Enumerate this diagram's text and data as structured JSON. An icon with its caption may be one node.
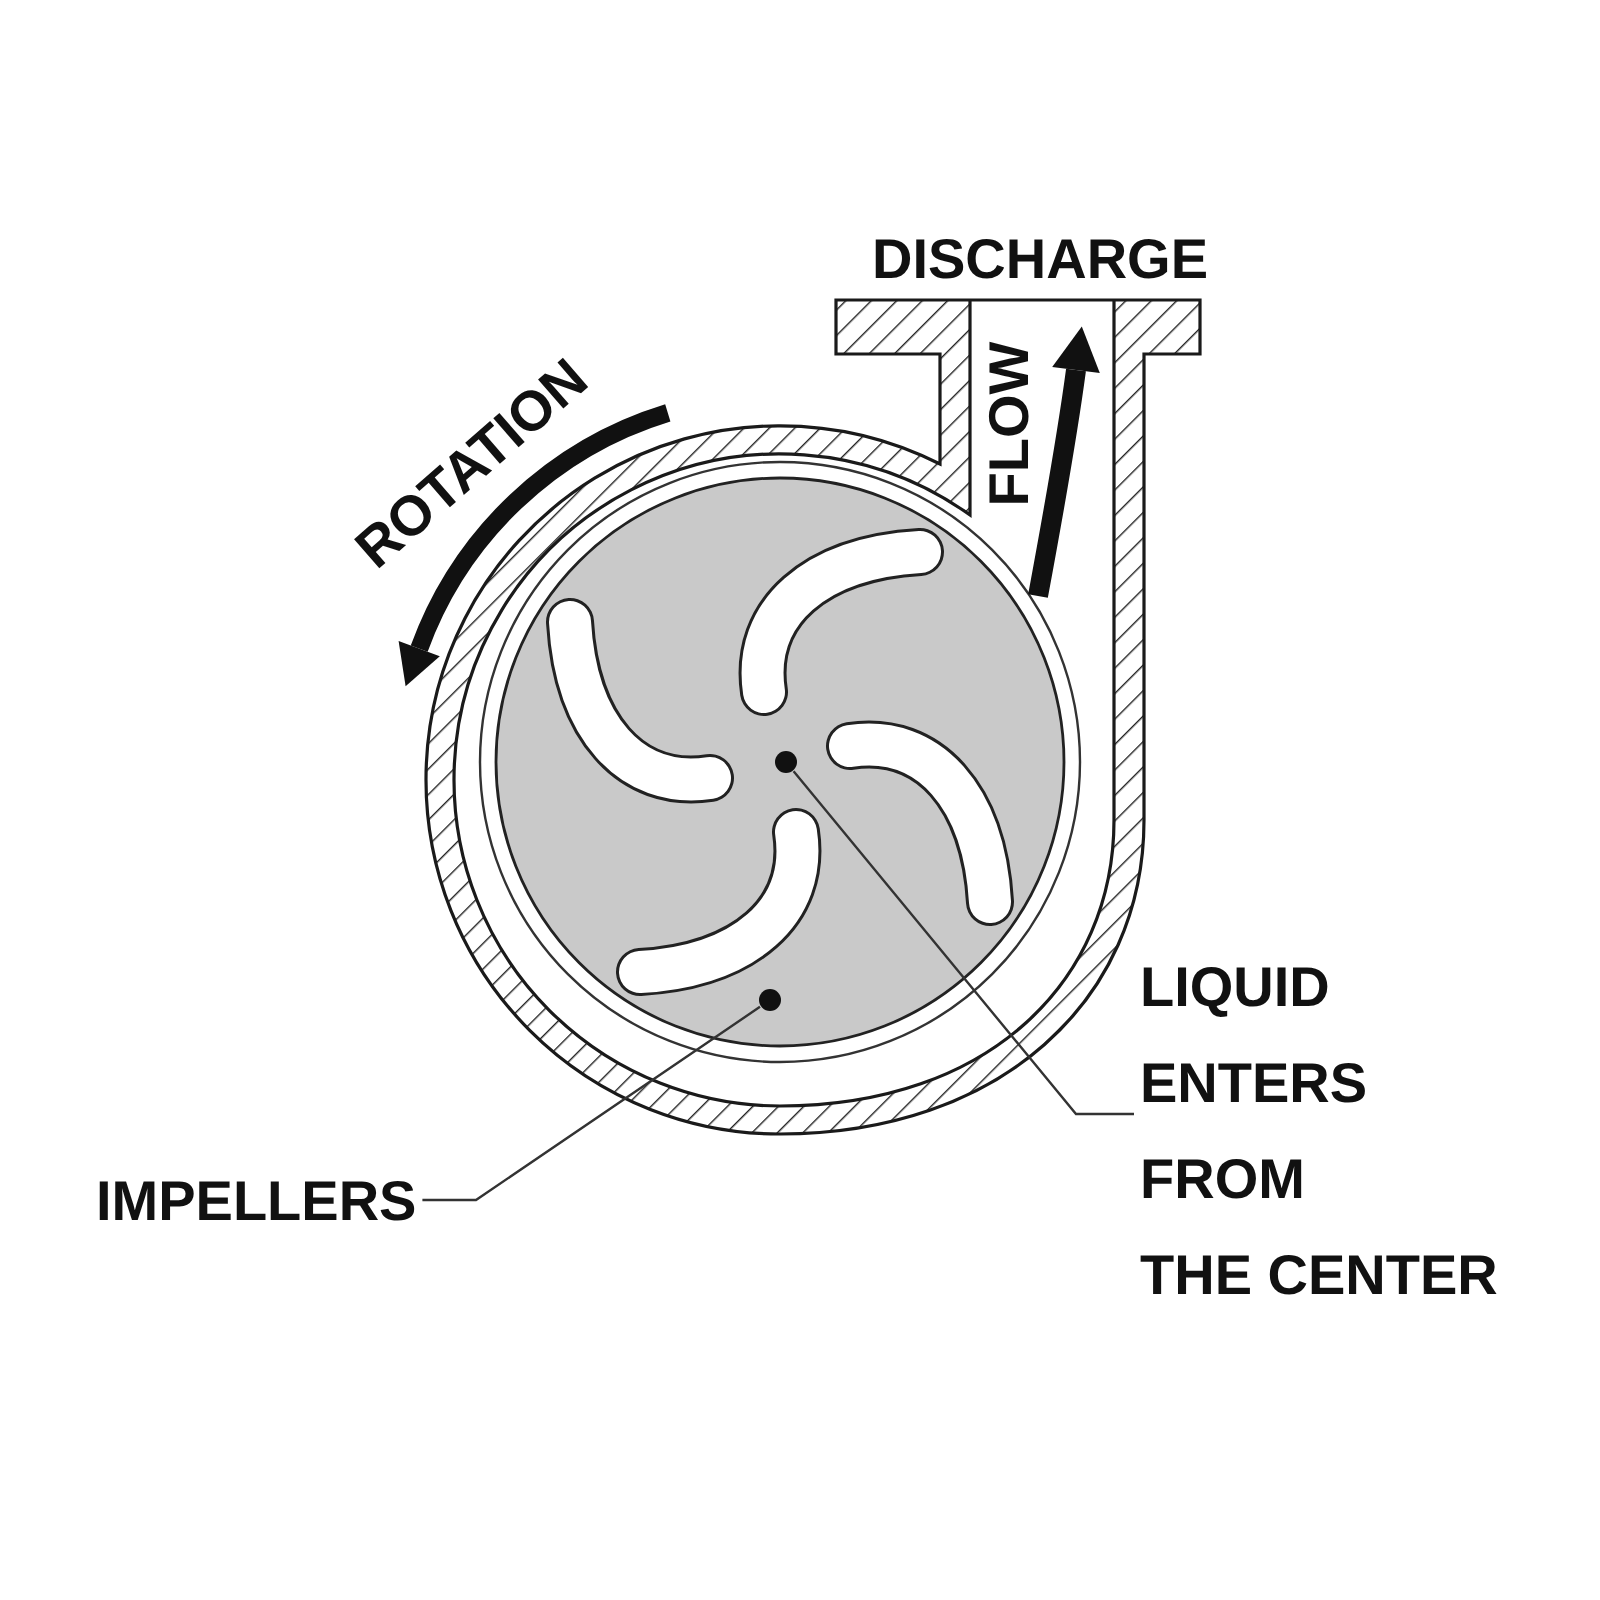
{
  "diagram": {
    "nodes": [
      {
        "text": [
          "LIQUID ENTERS FROM THE CENTER"
        ]
      },
      {
        "text": [],
        "shape": "circle"
      },
      {
        "text": [
          "IMPELLERS"
        ]
      },
      {
        "text": [],
        "shape": "circle"
      }
    ],
    "edges": [
      {
        "from": 0,
        "to": 1,
        "arrow": "none"
      },
      {
        "from": 2,
        "to": 3,
        "arrow": "none"
      }
    ],
    "labels": [
      "DISCHARGE",
      "ROTATION",
      "FLOW"
    ]
  }
}
